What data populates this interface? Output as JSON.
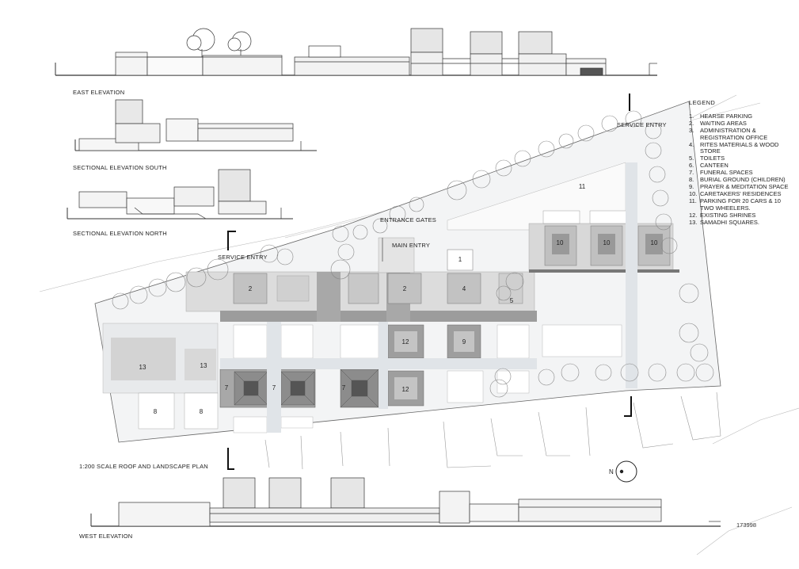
{
  "drawing": {
    "elevations": {
      "east": "EAST ELEVATION",
      "section_south": "SECTIONAL ELEVATION SOUTH",
      "section_north": "SECTIONAL ELEVATION NORTH",
      "west": "WEST ELEVATION"
    },
    "plan": {
      "caption": "1:200 SCALE   ROOF AND LANDSCAPE PLAN",
      "entrance_gates": "ENTRANCE GATES",
      "main_entry": "MAIN ENTRY",
      "service_entry_left": "SERVICE ENTRY",
      "service_entry_right": "SERVICE ENTRY",
      "north_label": "N"
    },
    "legend": {
      "title": "LEGEND",
      "items": [
        {
          "num": "1.",
          "text": "HEARSE PARKING"
        },
        {
          "num": "2.",
          "text": "WAITING AREAS"
        },
        {
          "num": "3.",
          "text": "ADMINISTRATION & REGISTRATION OFFICE"
        },
        {
          "num": "4.",
          "text": "RITES MATERIALS & WOOD STORE"
        },
        {
          "num": "5.",
          "text": "TOILETS"
        },
        {
          "num": "6.",
          "text": "CANTEEN"
        },
        {
          "num": "7.",
          "text": "FUNERAL SPACES"
        },
        {
          "num": "8.",
          "text": "BURIAL GROUND (CHILDREN)"
        },
        {
          "num": "9.",
          "text": "PRAYER & MEDITATION SPACE"
        },
        {
          "num": "10.",
          "text": "CARETAKERS' RESIDENCES"
        },
        {
          "num": "11.",
          "text": "PARKING FOR 20 CARS & 10 TWO WHEELERS."
        },
        {
          "num": "12.",
          "text": "EXISTING SHRINES"
        },
        {
          "num": "13.",
          "text": "SAMADHI SQUARES."
        }
      ]
    },
    "zone_numbers": {
      "z1": "1",
      "z2a": "2",
      "z2b": "2",
      "z4": "4",
      "z5": "5",
      "z7a": "7",
      "z7b": "7",
      "z7c": "7",
      "z8a": "8",
      "z8b": "8",
      "z9": "9",
      "z10a": "10",
      "z10b": "10",
      "z10c": "10",
      "z11": "11",
      "z12a": "12",
      "z12b": "12",
      "z13a": "13",
      "z13b": "13"
    },
    "plate_number": "173998"
  }
}
